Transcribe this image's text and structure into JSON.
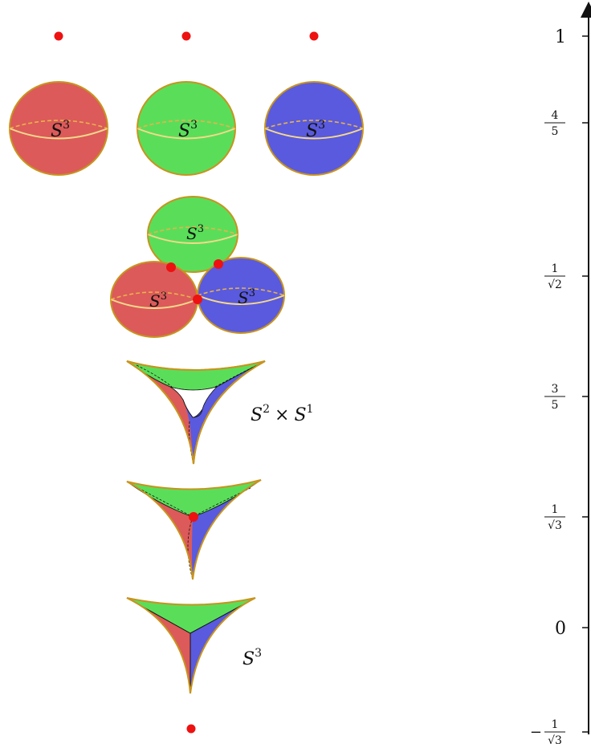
{
  "labels": {
    "sphere": "S",
    "sphere_exp": "3",
    "product_a": "S",
    "product_a_exp": "2",
    "times": "×",
    "product_b": "S",
    "product_b_exp": "1",
    "bottom_sphere": "S",
    "bottom_sphere_exp": "3"
  },
  "axis": {
    "ticks": [
      {
        "value": 1,
        "label": "1"
      },
      {
        "value": 0.8,
        "num": "4",
        "den": "5"
      },
      {
        "value": 0.7071,
        "num": "1",
        "den": "√2"
      },
      {
        "value": 0.6,
        "num": "3",
        "den": "5"
      },
      {
        "value": 0.5774,
        "num": "1",
        "den": "√3"
      },
      {
        "value": 0,
        "label": "0"
      },
      {
        "value": -0.5774,
        "sign": "−",
        "num": "1",
        "den": "√3"
      }
    ]
  },
  "colors": {
    "red": "#dc5a5a",
    "green": "#5ade5a",
    "blue": "#5a5ade",
    "outline": "#c8941e",
    "dot": "#ee1111"
  }
}
